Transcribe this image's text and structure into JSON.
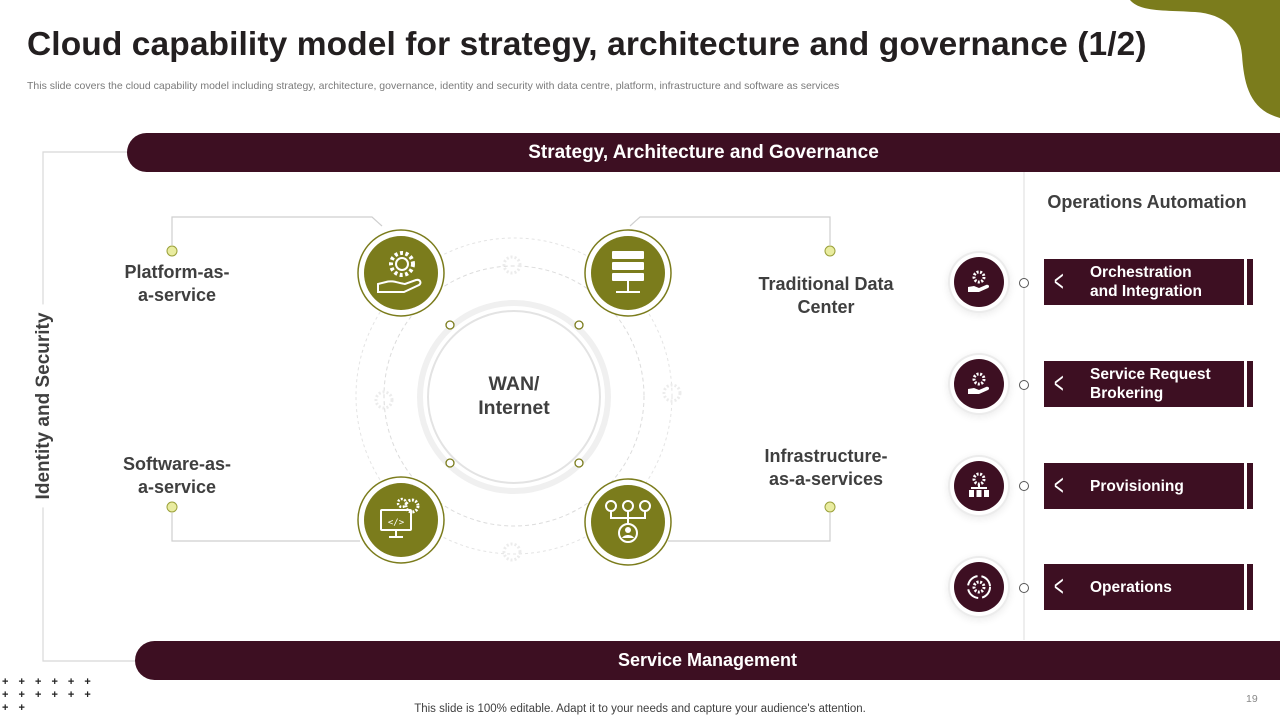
{
  "header": {
    "title": "Cloud capability model for strategy, architecture and governance (1/2)",
    "subtitle": "This slide covers the cloud capability model including strategy, architecture, governance, identity and security with data centre, platform, infrastructure and software as services"
  },
  "bars": {
    "top": "Strategy, Architecture and Governance",
    "bottom": "Service Management",
    "left_vertical": "Identity and Security"
  },
  "hub": {
    "center": "WAN/\nInternet",
    "nodes": [
      {
        "label": "Platform-as-\na-service",
        "icon": "hand-gear-user-icon"
      },
      {
        "label": "Traditional Data\nCenter",
        "icon": "server-rack-icon"
      },
      {
        "label": "Software-as-\na-service",
        "icon": "monitor-code-gear-icon"
      },
      {
        "label": "Infrastructure-\nas-a-services",
        "icon": "network-user-icon"
      }
    ]
  },
  "operations": {
    "title": "Operations Automation",
    "items": [
      {
        "label": "Orchestration\nand Integration",
        "icon": "hand-gear-icon"
      },
      {
        "label": "Service Request\nBrokering",
        "icon": "hand-gear-icon"
      },
      {
        "label": "Provisioning",
        "icon": "gear-network-icon"
      },
      {
        "label": "Operations",
        "icon": "gear-cycle-icon"
      }
    ]
  },
  "footer": {
    "note": "This slide is 100% editable. Adapt it to your needs and capture your audience's attention.",
    "page_number": "19"
  },
  "colors": {
    "dark_maroon": "#3d0f22",
    "olive": "#7b7c1c",
    "accent_light": "#e9eca0"
  }
}
